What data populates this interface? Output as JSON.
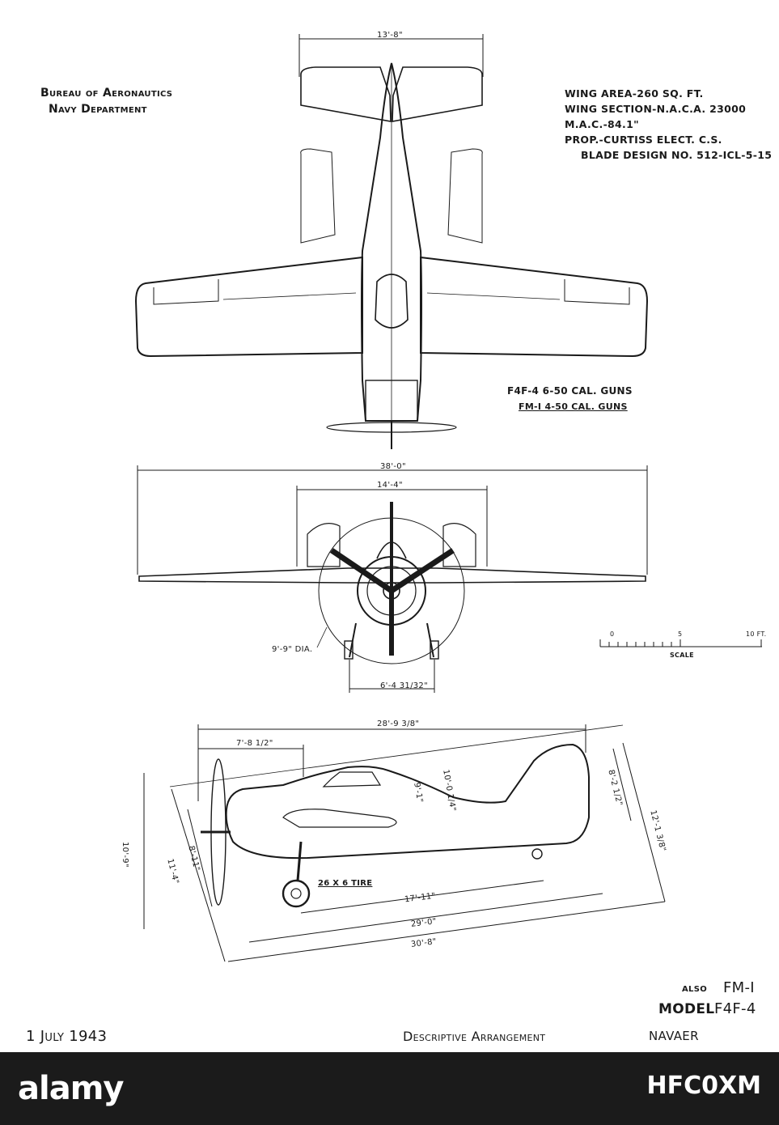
{
  "header_left": {
    "line1": "Bureau of Aeronautics",
    "line2": "Navy Department"
  },
  "specs": [
    "WING AREA-260 SQ. FT.",
    "WING SECTION-N.A.C.A. 23000",
    "M.A.C.-84.1\"",
    "PROP.-CURTISS ELECT. C.S.",
    "BLADE DESIGN NO. 512-ICL-5-15"
  ],
  "guns": {
    "line1": "F4F-4 6-50 CAL. GUNS",
    "line2": "FM-I 4-50 CAL. GUNS"
  },
  "dims_top": {
    "tail_span": "13'-8\""
  },
  "dims_front": {
    "span": "38'-0\"",
    "folded": "14'-4\"",
    "prop_dia": "9'-9\" DIA.",
    "track": "6'-4 31/32\""
  },
  "scale": {
    "zero": "0",
    "five": "5",
    "ten": "10 FT.",
    "label": "SCALE"
  },
  "dims_side": {
    "top_length": "28'-9 3/8\"",
    "prop_offset": "7'-8 1/2\"",
    "d_9_1": "9'-1\"",
    "d_10_01": "10'-0 1/4\"",
    "height_left": "10'-9\"",
    "h_11_4": "11'-4\"",
    "h_8_11": "8'-11\"",
    "h_8_2": "8'-2 1/2\"",
    "h_12_1": "12'-1 3/8\"",
    "tire": "26 X 6 TIRE",
    "l_17_11": "17'-11\"",
    "l_29_0": "29'-0\"",
    "l_30_8": "30'-8\""
  },
  "model": {
    "also": "ALSO",
    "fm": "FM-I",
    "model_label": "MODEL",
    "model_code": "F4F-4"
  },
  "footer": {
    "date": "1 July 1943",
    "title": "Descriptive Arrangement",
    "org": "NAVAER"
  },
  "watermark": {
    "brand": "alamy",
    "code": "HFC0XM"
  }
}
